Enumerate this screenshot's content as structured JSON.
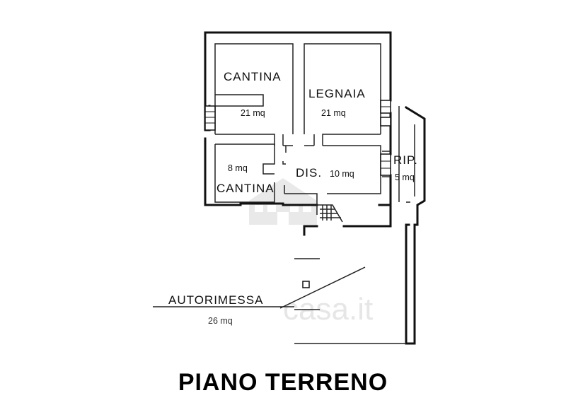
{
  "plan": {
    "title": "PIANO TERRENO",
    "rooms": [
      {
        "id": "cantina-1",
        "name": "CANTINA",
        "area": "21 mq"
      },
      {
        "id": "legnaia",
        "name": "LEGNAIA",
        "area": "21 mq"
      },
      {
        "id": "cantina-2",
        "name": "CANTINA",
        "area": "8 mq"
      },
      {
        "id": "disimpegno",
        "name": "DIS.",
        "area": "10 mq"
      },
      {
        "id": "ripostiglio",
        "name": "RIP.",
        "area": "5 mq"
      },
      {
        "id": "autorimessa",
        "name": "AUTORIMESSA",
        "area": "26 mq"
      }
    ],
    "watermark": {
      "text": "casa.it"
    }
  }
}
